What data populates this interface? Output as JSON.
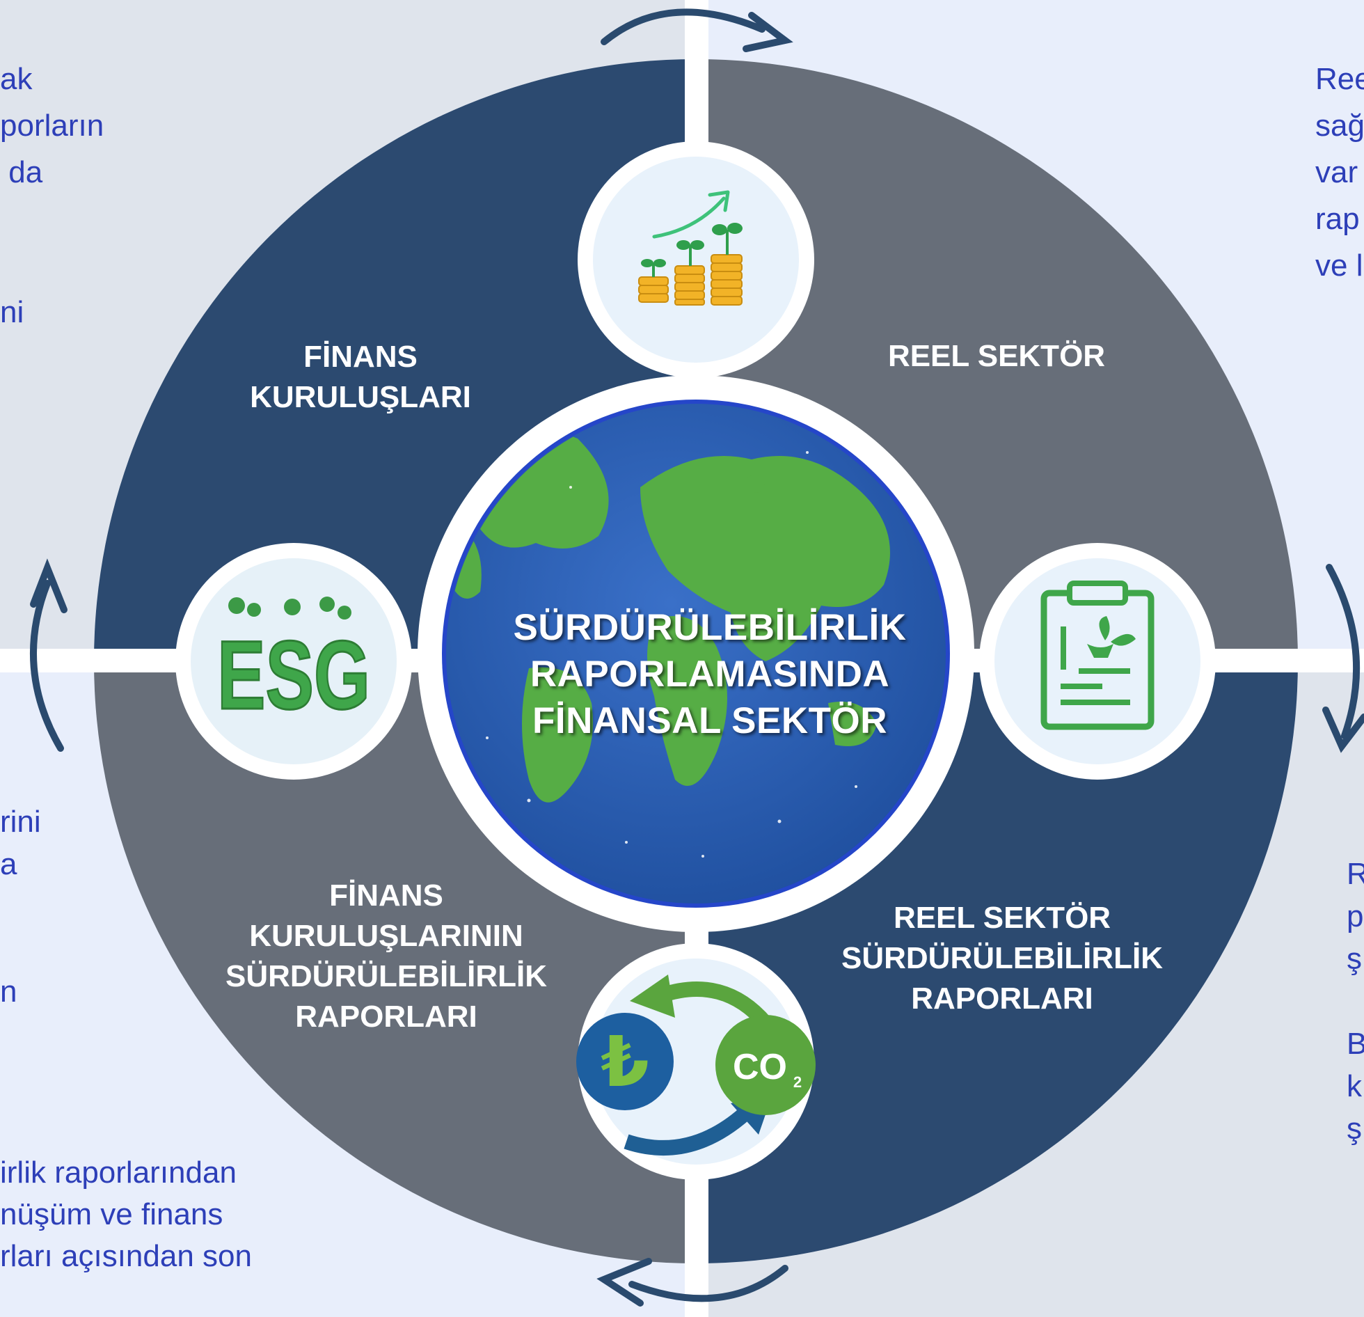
{
  "colors": {
    "finans_quadrant": "#2c4a70",
    "reel_quadrant": "#676e79",
    "side_text": "#2d3fb8",
    "arrow": "#2a4a6e",
    "icon_green": "#3fa64a",
    "globe_blue": "#2a5fb8"
  },
  "center": {
    "title": "SÜRDÜRÜLEBİLİRLİK\nRAPORLAMASINDA\nFİNANSAL SEKTÖR"
  },
  "quadrants": {
    "top_left": "FİNANS\nKURULUŞLARI",
    "top_right": "REEL SEKTÖR",
    "bottom_left": "FİNANS\nKURULUŞLARININ\nSÜRDÜRÜLEBİLİRLİK\nRAPORLARI",
    "bottom_right": "REEL SEKTÖR\nSÜRDÜRÜLEBİLİRLİK\nRAPORLARI"
  },
  "icons": {
    "top": "coin-stacks-growth-icon",
    "left": "esg-letters-icon",
    "right": "clipboard-leaf-icon",
    "bottom": "lira-co2-exchange-icon",
    "bottom_lira_symbol": "₺",
    "bottom_co2_label": "CO",
    "bottom_co2_subscript": "2",
    "left_esg_label": "ESG"
  },
  "side_texts": {
    "top_left": "ak\nporların\n da\n\n\nni",
    "bottom_left_mid": "rini\na\n\n\nn",
    "bottom_left_bottom": "irlik raporlarından\nnüşüm ve finans\nrları açısından son",
    "top_right": "Ree\nsağ\nvar\nrap\nve l",
    "bottom_right": "R\np\nş\n\nB\nk\nş"
  }
}
